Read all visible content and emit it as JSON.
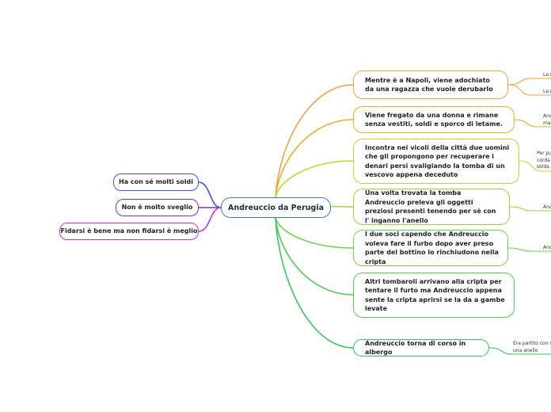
{
  "central": {
    "label": "Andreuccio da Perugia"
  },
  "left": [
    {
      "label": "Ha con sé molti soldi",
      "color": "#3a56d4"
    },
    {
      "label": "Non è molto sveglio",
      "color": "#7a2bd6"
    },
    {
      "label": "Fidarsi è bene ma non fidarsi è meglio",
      "color": "#c236c8"
    }
  ],
  "right": [
    {
      "label": "Mentre è a Napoli, viene adochiato da una ragazza che vuole derubarlo",
      "color": "#f0a03c"
    },
    {
      "label": "Viene fregato da una donna e rimane senza vestiti, soldi e sporco di letame.",
      "color": "#e4b020"
    },
    {
      "label": "Incontra nei vicoli della città due uomini che gli propongono per recuperare i denari persi svaligiando la tomba di un vescovo appena deceduto",
      "color": "#c6d42c"
    },
    {
      "label": "Una volta trovata la tomba Andreuccio preleva gli oggetti preziosi presenti tenendo per sè con l' inganno l'anello",
      "color": "#9ad82e"
    },
    {
      "label": "I due soci capendo che Andreuccio voleva fare il furbo dopo aver preso parte del bottino lo rinchiudono nella cripta",
      "color": "#6ed640"
    },
    {
      "label": "Altri tombaroli arrivano alla cripta per tentare il furto ma Andreuccio appena sente la cripta aprirsi se la da a gambe levate",
      "color": "#4ccf4c"
    },
    {
      "label": "Andreuccio torna di corso in albergo",
      "color": "#34c65a"
    }
  ],
  "subs": [
    {
      "text": "La r",
      "color": "#f0a03c"
    },
    {
      "text": "La r",
      "color": "#f0a03c"
    },
    {
      "text": "And\nma",
      "color": "#e4b020"
    },
    {
      "text": "Per pu\ncorda\nsolda",
      "color": "#c6d42c"
    },
    {
      "text": "And",
      "color": "#9ad82e"
    },
    {
      "text": "And",
      "color": "#6ed640"
    },
    {
      "text": "Era partito con se\nuna anello",
      "color": "#34c65a"
    }
  ]
}
